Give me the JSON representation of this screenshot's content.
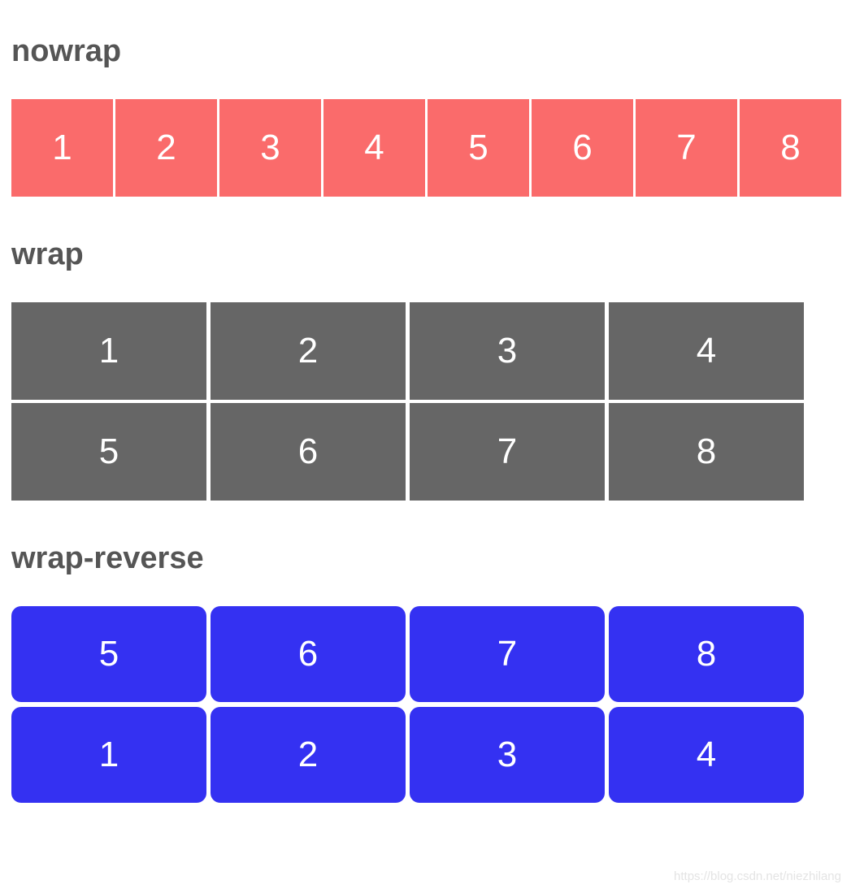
{
  "sections": [
    {
      "title": "nowrap",
      "items": [
        "1",
        "2",
        "3",
        "4",
        "5",
        "6",
        "7",
        "8"
      ]
    },
    {
      "title": "wrap",
      "items": [
        "1",
        "2",
        "3",
        "4",
        "5",
        "6",
        "7",
        "8"
      ]
    },
    {
      "title": "wrap-reverse",
      "items": [
        "1",
        "2",
        "3",
        "4",
        "5",
        "6",
        "7",
        "8"
      ]
    }
  ],
  "watermark": "https://blog.csdn.net/niezhilang",
  "colors": {
    "page_background": "#ffffff",
    "heading_text": "#555555",
    "item_text": "#ffffff",
    "nowrap_item_background": "#fa6b6b",
    "wrap_item_background": "#666666",
    "wrap_reverse_item_background": "#3431f2",
    "watermark_text": "#e4e4e4"
  }
}
